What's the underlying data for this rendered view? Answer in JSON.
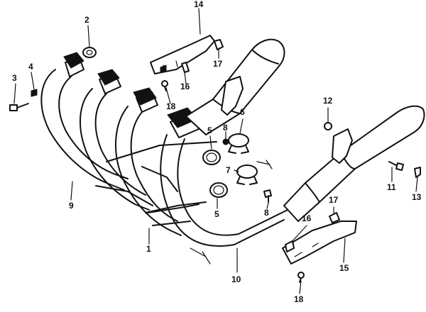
{
  "callouts": [
    "1",
    "2",
    "3",
    "4",
    "5",
    "5",
    "6",
    "7",
    "8",
    "8",
    "9",
    "10",
    "11",
    "12",
    "13",
    "14",
    "15",
    "16",
    "16",
    "17",
    "17",
    "18",
    "18"
  ]
}
